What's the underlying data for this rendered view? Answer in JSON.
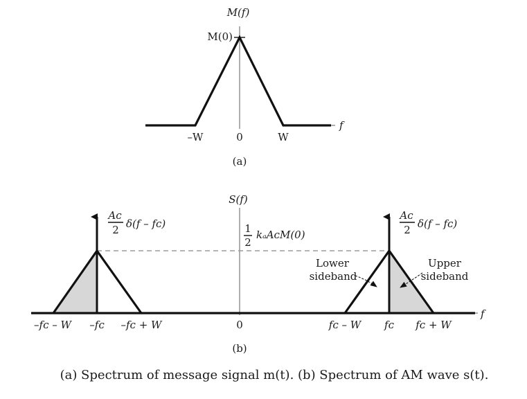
{
  "panel_a": {
    "title": "M(f)",
    "peak_label": "M(0)",
    "axis_label": "f",
    "ticks": [
      "–W",
      "0",
      "W"
    ],
    "caption": "(a)"
  },
  "panel_b": {
    "title": "S(f)",
    "center_label_half": "1",
    "center_label_den": "2",
    "center_label_rest": "kₐAᴄM(0)",
    "impulse_left": {
      "num": "Aᴄ",
      "den": "2",
      "rest": "δ(f – fᴄ)"
    },
    "impulse_right": {
      "num": "Aᴄ",
      "den": "2",
      "rest": "δ(f – fᴄ)"
    },
    "lower_sideband": [
      "Lower",
      "sideband"
    ],
    "upper_sideband": [
      "Upper",
      "sideband"
    ],
    "axis_label": "f",
    "ticks": [
      "–fᴄ – W",
      "–fᴄ",
      "–fᴄ + W",
      "0",
      "fᴄ – W",
      "fᴄ",
      "fᴄ + W"
    ],
    "caption": "(b)"
  },
  "figure_caption": "(a) Spectrum of message signal m(t). (b) Spectrum of AM wave s(t)."
}
